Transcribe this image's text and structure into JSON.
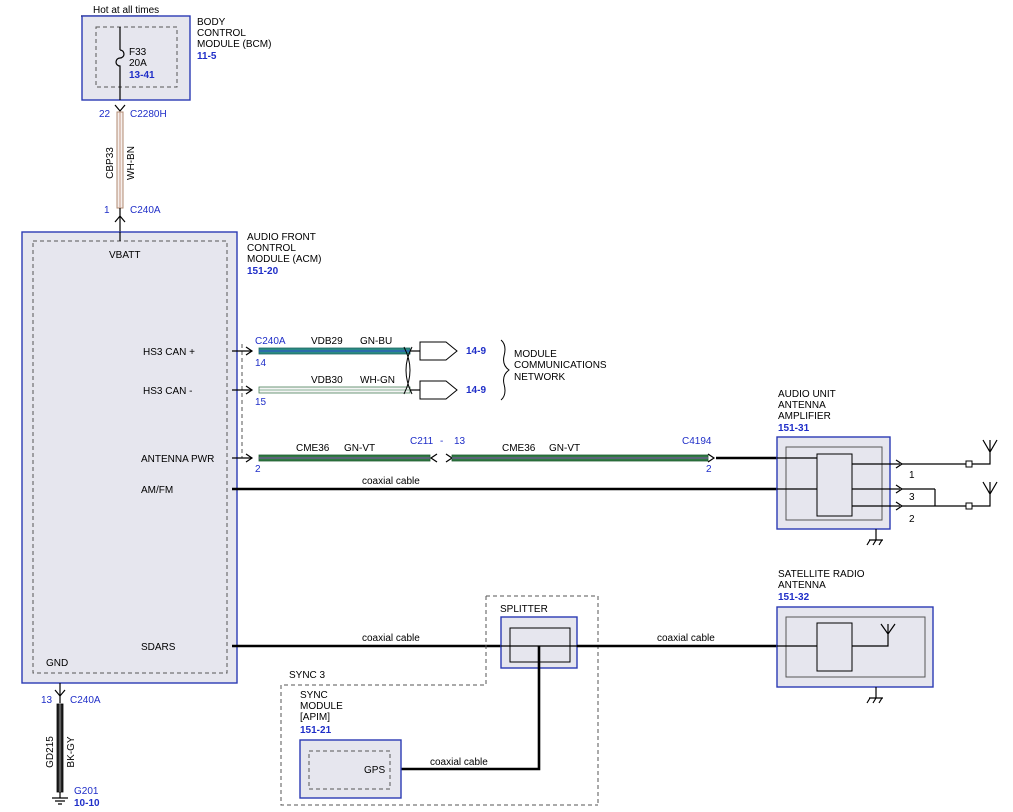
{
  "bcm": {
    "supply_note": "Hot at all times",
    "title_lines": [
      "BODY",
      "CONTROL",
      "MODULE (BCM)"
    ],
    "ref": "11-5",
    "fuse_name": "F33",
    "fuse_rating": "20A",
    "fuse_ref": "13-41",
    "pin": "22",
    "connector": "C2280H"
  },
  "vbatt_circuit": {
    "circuit": "CBP33",
    "color": "WH-BN"
  },
  "acm": {
    "pin_top": "1",
    "connector_top": "C240A",
    "title_lines": [
      "AUDIO FRONT",
      "CONTROL",
      "MODULE (ACM)"
    ],
    "ref": "151-20",
    "vbatt": "VBATT",
    "pins": {
      "hs3_can_plus": "HS3 CAN +",
      "hs3_can_minus": "HS3 CAN -",
      "antenna_pwr": "ANTENNA PWR",
      "amfm": "AM/FM",
      "sdars": "SDARS",
      "gnd": "GND"
    }
  },
  "can": {
    "connector": "C240A",
    "plus_pin": "14",
    "minus_pin": "15",
    "plus_circuit": "VDB29",
    "plus_color": "GN-BU",
    "minus_circuit": "VDB30",
    "minus_color": "WH-GN",
    "ref_plus": "14-9",
    "ref_minus": "14-9",
    "network_lines": [
      "MODULE",
      "COMMUNICATIONS",
      "NETWORK"
    ]
  },
  "antenna_pwr": {
    "left_pin": "2",
    "left_circuit": "CME36",
    "left_color": "GN-VT",
    "inline_connector": "C211",
    "inline_dash": "-",
    "inline_pin": "13",
    "right_circuit": "CME36",
    "right_color": "GN-VT",
    "right_connector": "C4194",
    "right_pin": "2"
  },
  "amfm_cable": "coaxial cable",
  "amplifier": {
    "title_lines": [
      "AUDIO UNIT",
      "ANTENNA",
      "AMPLIFIER"
    ],
    "ref": "151-31",
    "out_pins": [
      "1",
      "3",
      "2"
    ]
  },
  "sat_antenna": {
    "title_lines": [
      "SATELLITE RADIO",
      "ANTENNA"
    ],
    "ref": "151-32"
  },
  "splitter": {
    "label": "SPLITTER",
    "left_cable": "coaxial cable",
    "right_cable": "coaxial cable"
  },
  "sync": {
    "group_label": "SYNC 3",
    "title_lines": [
      "SYNC",
      "MODULE",
      "[APIM]"
    ],
    "ref": "151-21",
    "gps": "GPS",
    "cable": "coaxial cable"
  },
  "ground": {
    "pin": "13",
    "connector": "C240A",
    "circuit": "GD215",
    "color": "BK-GY",
    "point": "G201",
    "ref": "10-10"
  },
  "colors": {
    "box_fill": "#e6e6ee",
    "box_border": "#2b3ab4",
    "ref_blue": "#1f2ec8",
    "wire_green": "#2f7a42",
    "wire_gn_bu": "#2a8a84",
    "wire_white": "#f4f4f4",
    "wire_wh_bn": "#b08a70"
  }
}
